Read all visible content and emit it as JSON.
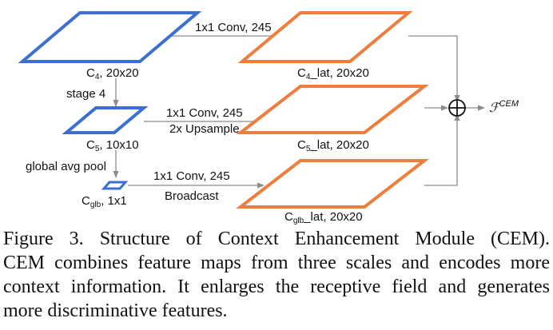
{
  "colors": {
    "backbone": "#3b6fd2",
    "lateral": "#f07d3c",
    "arrows": "#8c8c8c",
    "text": "#111111"
  },
  "diagram": {
    "backbone_maps": {
      "c4": {
        "base": "C",
        "sub": "4",
        "rest": ", 20x20"
      },
      "c5": {
        "base": "C",
        "sub": "5",
        "rest": ", 10x10"
      },
      "cglb": {
        "base": "C",
        "sub": "glb",
        "rest": ", 1x1"
      }
    },
    "lateral_maps": {
      "c4_lat": {
        "base": "C",
        "sub": "4",
        "rest": "_lat, 20x20"
      },
      "c5_lat": {
        "base": "C",
        "sub": "5",
        "rest": "_lat, 20x20"
      },
      "cglb_lat": {
        "base": "C",
        "sub": "glb",
        "rest": "_lat, 20x20"
      }
    },
    "edges": {
      "conv_top": "1x1 Conv, 245",
      "conv_mid": "1x1 Conv, 245",
      "upsample": "2x Upsample",
      "conv_bottom": "1x1 Conv, 245",
      "broadcast": "Broadcast",
      "stage4": "stage 4",
      "global_pool": "global avg pool"
    },
    "sum_icon": "circled-plus-icon",
    "output": {
      "symbol": "ℱ",
      "superscript": "CEM"
    }
  },
  "caption": {
    "lines": [
      "Figure 3.   Structure of Context Enhancement Module (CEM).",
      "CEM combines feature maps from three scales and encodes more",
      "context information.  It enlarges the receptive field and generates",
      "more discriminative features."
    ]
  }
}
